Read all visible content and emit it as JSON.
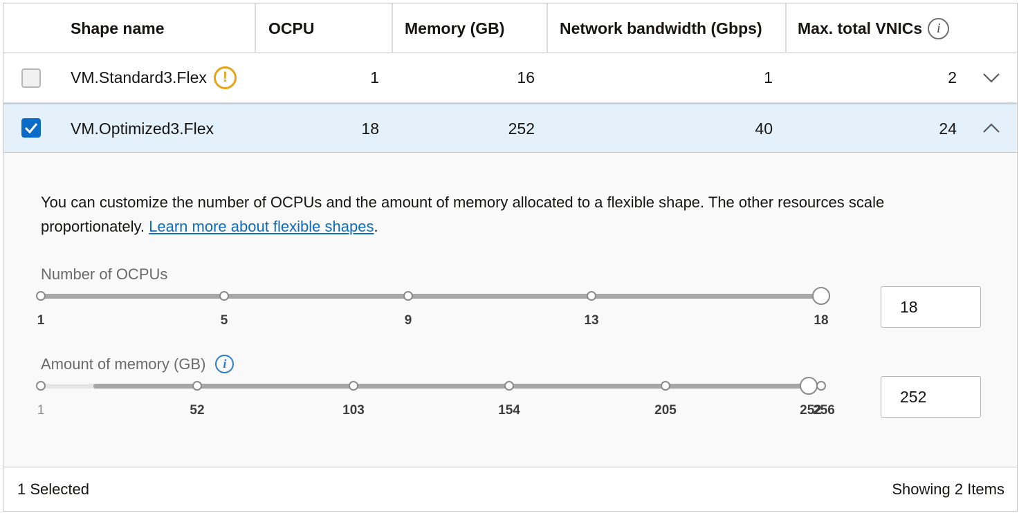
{
  "table": {
    "headers": {
      "shape_name": "Shape name",
      "ocpu": "OCPU",
      "memory": "Memory (GB)",
      "network": "Network bandwidth (Gbps)",
      "vnics": "Max. total VNICs"
    },
    "rows": [
      {
        "name": "VM.Standard3.Flex",
        "ocpu": "1",
        "memory": "16",
        "network": "1",
        "vnics": "2",
        "selected": false,
        "warning_icon": "exclamation-circle-icon",
        "expanded": false
      },
      {
        "name": "VM.Optimized3.Flex",
        "ocpu": "18",
        "memory": "252",
        "network": "40",
        "vnics": "24",
        "selected": true,
        "expanded": true
      }
    ]
  },
  "panel": {
    "description": "You can customize the number of OCPUs and the amount of memory allocated to a flexible shape. The other resources scale proportionately. ",
    "link_text": "Learn more about flexible shapes",
    "period": ".",
    "ocpu_slider": {
      "label": "Number of OCPUs",
      "ticks": [
        "1",
        "5",
        "9",
        "13",
        "18"
      ],
      "value": "18",
      "level": 1.0
    },
    "memory_slider": {
      "label": "Amount of memory (GB)",
      "ticks": [
        "1",
        "52",
        "103",
        "154",
        "205",
        "252",
        "256"
      ],
      "value": "252",
      "level": 0.984
    }
  },
  "footer": {
    "selected": "1 Selected",
    "showing": "Showing 2 Items"
  },
  "colors": {
    "accent": "#0a6cc8",
    "selected_row": "#e4f0fa",
    "warning": "#e8a317",
    "link": "#0f6cbd"
  }
}
